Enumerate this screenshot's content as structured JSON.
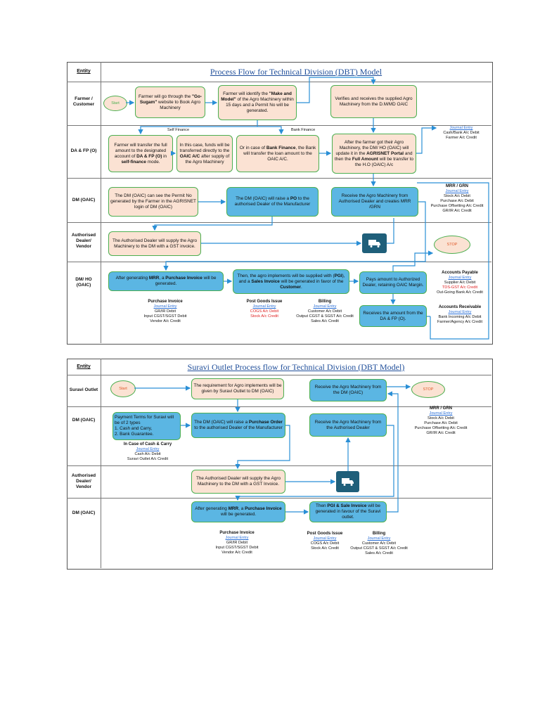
{
  "diagram1": {
    "entity_header": "Entity",
    "title": "Process Flow for Technical Division (DBT) Model",
    "entities": [
      "Farmer / Customer",
      "DA & FP (O)",
      "DM (OAIC)",
      "Authorised Dealer/ Vendor",
      "DM/ HO (OAIC)"
    ],
    "start": "Start",
    "stop": "STOP",
    "boxes": {
      "farmer_site_a": "Farmer will go through the ",
      "farmer_site_b": "\"Go-Sugam\"",
      "farmer_site_c": " website to Book Agro Machinery",
      "farmer_model_a": "Farmer will identify the ",
      "farmer_model_b": "\"Make and Model\"",
      "farmer_model_c": " of the Agro Machinery within 15 days and a Permit No will be generated.",
      "verifies": "Verifies and receives the supplied Agro Machinery from the D.M/MD OAIC",
      "self_a": "Farmer will transfer the full amount to the designated account of ",
      "self_b": "DA & FP (O)",
      "self_c": " in ",
      "self_d": "self-finance",
      "self_e": " mode.",
      "direct_a": "In this case, funds will be transferred directly to the ",
      "direct_b": "OAIC A/C",
      "direct_c": " after supply of the Agro Machinery",
      "bank_a": "Or in case of ",
      "bank_b": "Bank Finance",
      "bank_c": ", the Bank will transfer the loan amount to the OAIC A/C.",
      "after_a": "After the farmer got their Agro Machinery, the DM/ HO (OAIC) will update it in the ",
      "after_b": "AGRISNET Portal",
      "after_c": " and then the ",
      "after_d": "Full Amount",
      "after_e": " will be transfer to the H.O (OAIC) A/c",
      "permit": "The DM (OAIC) can see the Permit No generated by the Farmer in the AGRISNET login of DM (OAIC)",
      "po_a": "The DM (OAIC) will raise a ",
      "po_b": "PO",
      "po_c": " to the authorised Dealer of the Manufacturer",
      "receive": "Receive the Agro Machinery from Authorised Dealer and creates MRR /GRN",
      "dealer": "The Authorised Dealer will supply the Agro Machinery to the DM with a GST invoice.",
      "mrr_a": "After generating ",
      "mrr_b": "MRR",
      "mrr_c": ", a ",
      "mrr_d": "Purchase Invoice",
      "mrr_e": " will be generated.",
      "pgi_a": "Then, the agro implements will be supplied with (",
      "pgi_b": "PGI",
      "pgi_c": "), and a ",
      "pgi_d": "Sales Invoice",
      "pgi_e": " will be generated in favor of the ",
      "pgi_f": "Customer",
      "pgi_g": ".",
      "pays": "Pays amount to Authorized Dealer, retaining OAIC Margin.",
      "receives": "Receives the amount from the DA & FP (O)."
    },
    "labels": {
      "self_finance": "Self Finance",
      "bank_finance": "Bank Finance"
    },
    "notes": {
      "je": "Journal Entry",
      "da_credit": [
        "Cash/Bank A/c Debit",
        "Farmer A/c Credit"
      ],
      "mrr_h": "MRR / GRN",
      "mrr_lines": [
        "Stock A/c Debit",
        "Purchase A/c Debit",
        "Purchase Offsetting A/c Credit",
        "GR/IR A/c Credit"
      ],
      "ap_h": "Accounts Payable",
      "ap_lines": [
        "Supplier A/c Debit"
      ],
      "ap_red": "TDS-GST A/c Credit",
      "ap_last": "Out-Going Bank A/c Credit",
      "ar_h": "Accounts Receivable",
      "ar_lines": [
        "Bank Incoming A/c Debit",
        "Farmer/Agency A/c Credit"
      ],
      "pi_h": "Purchase Invoice",
      "pi_lines": [
        "GR/IR Debit",
        "Input CGST/SGST Debit",
        "Vendor A/c Credit"
      ],
      "pgi_h": "Post Goods Issue",
      "pgi_red1": "COGS A/c Debit",
      "pgi_red2": "Stock A/c Credit",
      "bill_h": "Billing",
      "bill_lines": [
        "Customer A/c Debit",
        "Output CGST & SGST A/c Credit",
        "Sales A/c Credit"
      ]
    }
  },
  "diagram2": {
    "entity_header": "Entity",
    "title": "Suravi Outlet Process flow for Technical Division (DBT Model)",
    "entities": [
      "Suravi Outlet",
      "DM (OAIC)",
      "Authorised Dealer/ Vendor",
      "DM (OAIC)"
    ],
    "start": "Start",
    "stop": "STOP",
    "boxes": {
      "req": "The requirement for Agro implements will be given by Suravi Outlet to DM (OAIC)",
      "recv_dm": "Receive the Agro Machinery from the DM (OAIC)",
      "terms": [
        "Payment Terms for Suravi will be of 2 types",
        "1. Cash and Carry,",
        "2. Bank Guarantee."
      ],
      "po_a": "The DM (OAIC) will raise a ",
      "po_b": "Purchase Order",
      "po_c": " to the authorised Dealer of the Manufacturer",
      "recv_dealer": "Receive the Agro Machinery from the Authorised Dealer",
      "dealer": "The Authorised Dealer will supply the Agro Machinery to the DM with a GST Invoice.",
      "mrr_a": "After generating ",
      "mrr_b": "MRR",
      "mrr_c": ", a ",
      "mrr_d": "Purchase Invoice",
      "mrr_e": " will be generated.",
      "pgi_a": "Then ",
      "pgi_b": "PGI & Sale Invoice",
      "pgi_c": " will be generated in favour of the Suravi outlet."
    },
    "notes": {
      "je": "Journal Entry",
      "mrr_h": "MRR / GRN",
      "mrr_lines": [
        "Stock A/c Debit",
        "Purchase A/c Debit",
        "Purchase Offsetting A/c Credit",
        "GR/IR A/c Credit"
      ],
      "cash_h": "In Case of Cash & Carry",
      "cash_lines": [
        "Cash A/c Debit",
        "Suravi Outlet A/c Credit"
      ],
      "pi_h": "Purchase Invoice",
      "pi_lines": [
        "GR/IR Debit",
        "Input CGST/SGST Debit",
        "Vendor A/c Credit"
      ],
      "pgi_h": "Post Goods Issue",
      "pgi_lines": [
        "COGS A/c Debit",
        "Stock A/c Credit"
      ],
      "bill_h": "Billing",
      "bill_lines": [
        "Customer A/c Debit",
        "Output CGST & SGST A/c Credit",
        "Sales A/c Credit"
      ]
    }
  }
}
